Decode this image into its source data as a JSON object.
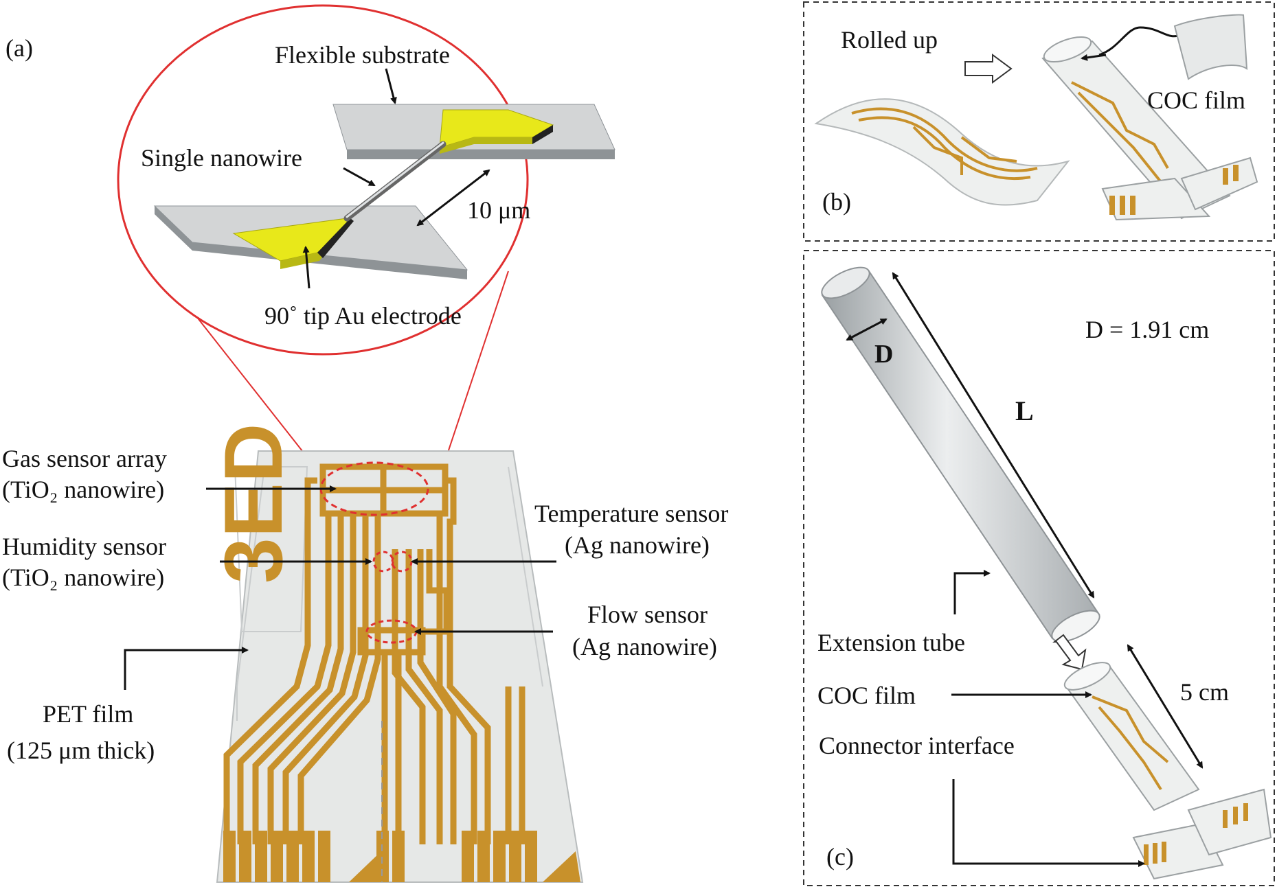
{
  "panel_a": {
    "label": "(a)",
    "inset": {
      "flexible_substrate": "Flexible substrate",
      "single_nanowire": "Single nanowire",
      "gap": "10 μm",
      "electrode": "90˚ tip Au electrode"
    },
    "chip_logo": "3ED",
    "gas_sensor_array": [
      "Gas sensor array",
      "(TiO₂ nanowire)"
    ],
    "humidity_sensor": [
      "Humidity sensor",
      "(TiO₂ nanowire)"
    ],
    "temperature_sensor": [
      "Temperature sensor",
      "(Ag nanowire)"
    ],
    "flow_sensor": [
      "Flow sensor",
      "(Ag nanowire)"
    ],
    "pet_film": [
      "PET film",
      "(125 μm thick)"
    ]
  },
  "panel_b": {
    "label": "(b)",
    "rolled_up": "Rolled up",
    "coc_film": "COC film"
  },
  "panel_c": {
    "label": "(c)",
    "diameter": "D = 1.91 cm",
    "d_symbol": "D",
    "l_symbol": "L",
    "extension_tube": "Extension tube",
    "coc_film": "COC film",
    "connector_interface": "Connector interface",
    "length_5cm": "5 cm"
  },
  "colors": {
    "trace_gold": "#C8912B",
    "electrode_yellow": "#E8E81A",
    "magnifier_red": "#E03030",
    "substrate_grey": "#C9CCCE",
    "film": "#E6E8E7"
  }
}
